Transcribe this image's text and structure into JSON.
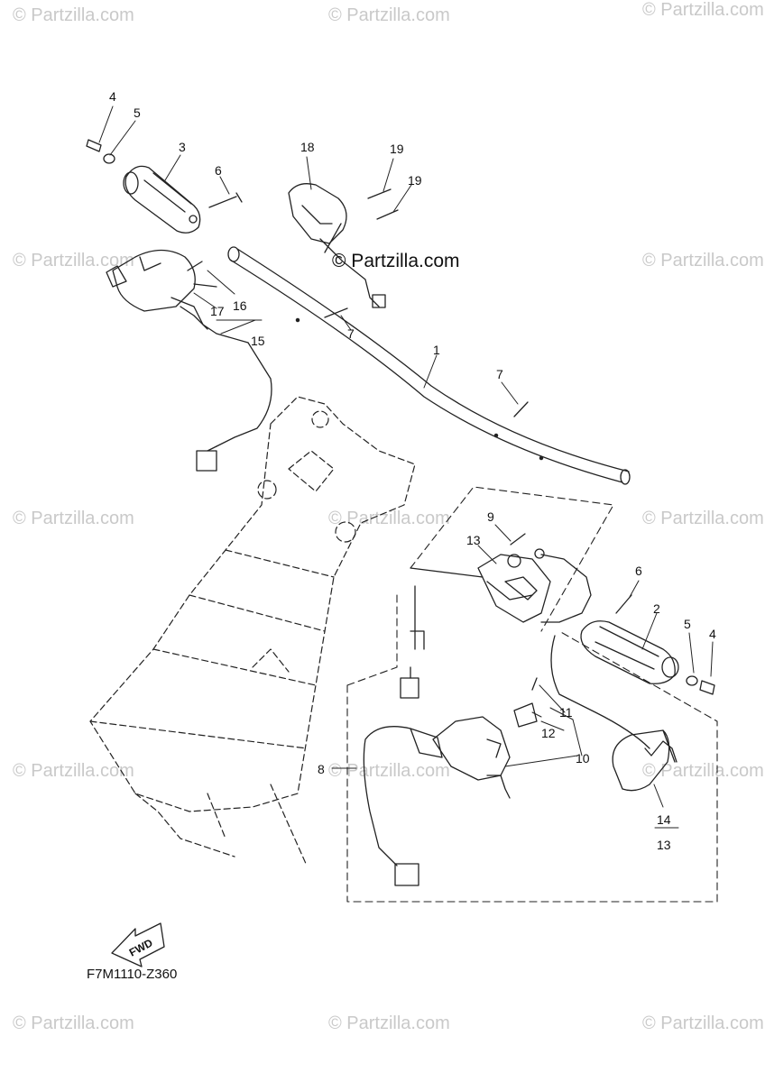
{
  "watermark": "© Partzilla.com",
  "center_watermark": "© Partzilla.com",
  "diagram_code": "F7M1110-Z360",
  "fwd_label": "FWD",
  "callouts": {
    "c1": "1",
    "c2": "2",
    "c3": "3",
    "c4a": "4",
    "c4b": "4",
    "c5a": "5",
    "c5b": "5",
    "c6a": "6",
    "c6b": "6",
    "c7a": "7",
    "c7b": "7",
    "c8": "8",
    "c9": "9",
    "c10": "10",
    "c11": "11",
    "c12": "12",
    "c13a": "13",
    "c13b": "13",
    "c14": "14",
    "c15": "15",
    "c16": "16",
    "c17": "17",
    "c18": "18",
    "c19a": "19",
    "c19b": "19"
  },
  "colors": {
    "line": "#222222",
    "watermark": "#c9c9c9",
    "background": "#ffffff"
  }
}
